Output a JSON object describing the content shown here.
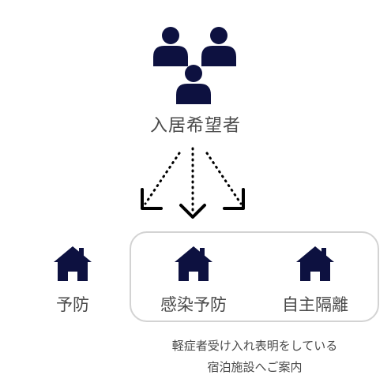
{
  "source": {
    "label": "入居希望者",
    "icon": "people-group-icon"
  },
  "destinations": [
    {
      "label": "予防",
      "icon": "house-icon"
    },
    {
      "label": "感染予防",
      "icon": "house-icon"
    },
    {
      "label": "自主隔離",
      "icon": "house-icon"
    }
  ],
  "note": {
    "line1": "軽症者受け入れ表明をしている",
    "line2": "宿泊施設へご案内"
  },
  "colors": {
    "icon": "#0d1140",
    "text": "#4a4a4a",
    "box_border": "#d3d3d3",
    "arrow": "#000000"
  }
}
